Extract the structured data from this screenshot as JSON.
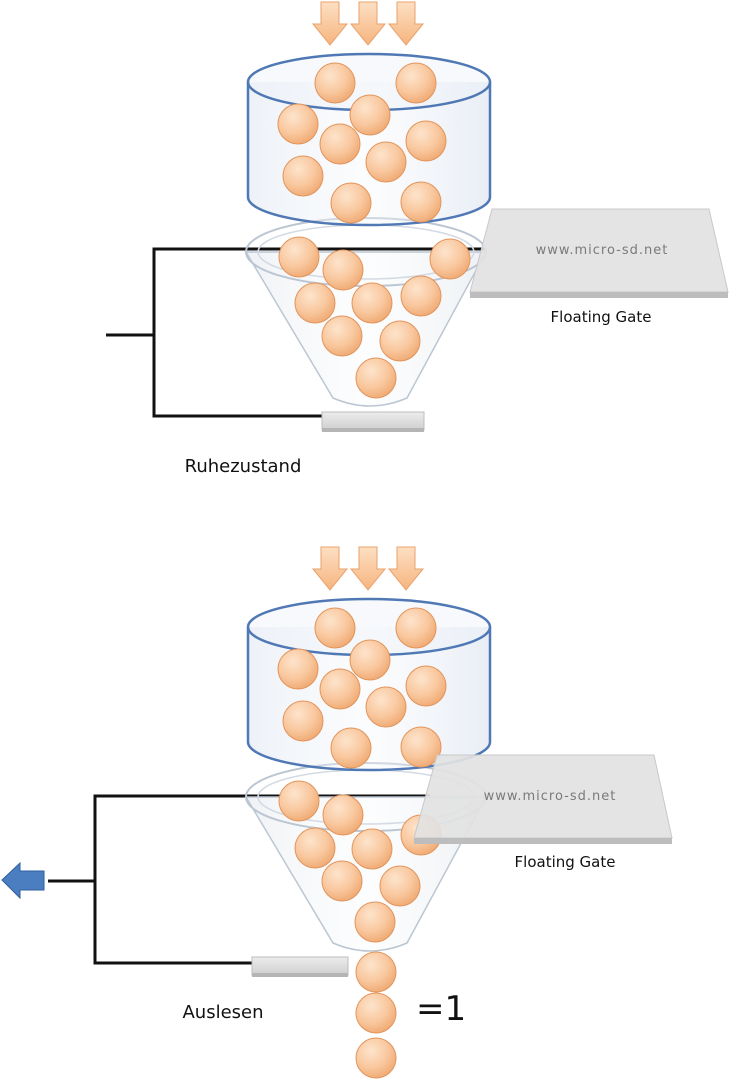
{
  "panels": [
    {
      "id": "rest",
      "watermark": "www.micro-sd.net",
      "gate_label": "Floating Gate",
      "state_label": "Ruhezustand"
    },
    {
      "id": "read",
      "watermark": "www.micro-sd.net",
      "gate_label": "Floating Gate",
      "state_label": "Auslesen",
      "result_label": "=1"
    }
  ],
  "colors": {
    "ball_fill": "#f8c49a",
    "ball_stroke": "#e2955c",
    "arrow_fill": "#fbd0a8",
    "container_stroke": "#4f78b4",
    "output_arrow": "#4a7ec0",
    "plate": "#d9d9d9"
  },
  "icons": {
    "input_arrows": "down-arrow-icon",
    "output_arrow": "left-arrow-icon"
  }
}
